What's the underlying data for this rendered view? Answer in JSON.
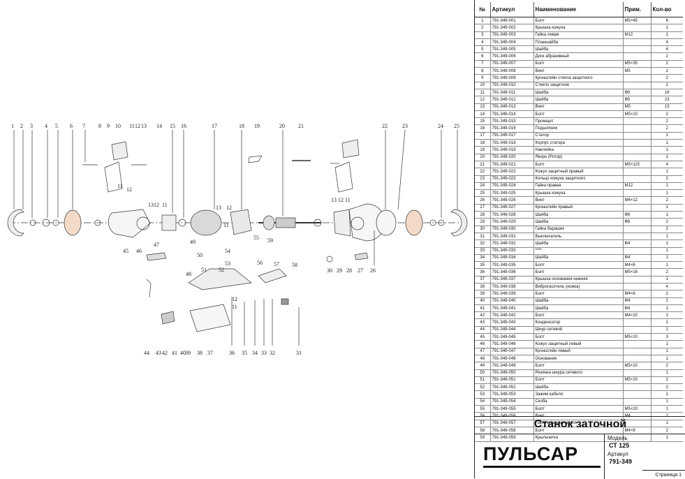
{
  "product": {
    "name": "Станок заточной",
    "logo": "ПУЛЬСАР",
    "model_label": "Модель",
    "model_value": "СТ 125",
    "article_label": "Артикул",
    "article_value": "791-349",
    "page_label": "Страница 1"
  },
  "table": {
    "headers": [
      "№",
      "Артикул",
      "Наименование",
      "Прим.",
      "Кол-во"
    ],
    "rows": [
      [
        "1",
        "791-349-001",
        "Болт",
        "M5×45",
        "6"
      ],
      [
        "2",
        "791-349-002",
        "Крышка кожуха",
        "",
        "1"
      ],
      [
        "3",
        "791-349-003",
        "Гайка левая",
        "M12",
        "1"
      ],
      [
        "4",
        "791-349-004",
        "Планшайба",
        "",
        "4"
      ],
      [
        "5",
        "791-349-005",
        "Шайба",
        "",
        "4"
      ],
      [
        "6",
        "791-349-006",
        "Диск абразивный",
        "",
        "2"
      ],
      [
        "7",
        "791-349-007",
        "Болт",
        "M5×35",
        "2"
      ],
      [
        "8",
        "791-349-008",
        "Винт",
        "M5",
        "2"
      ],
      [
        "9",
        "791-349-009",
        "Кронштейн стекла защитного",
        "",
        "2"
      ],
      [
        "10",
        "791-349-010",
        "Стекло защитное",
        "",
        "2"
      ],
      [
        "11",
        "791-349-011",
        "Шайба",
        "Ф5",
        "18"
      ],
      [
        "12",
        "791-349-012",
        "Шайба",
        "Ф5",
        "23"
      ],
      [
        "13",
        "791-349-013",
        "Винт",
        "M5",
        "13"
      ],
      [
        "14",
        "791-349-014",
        "Болт",
        "M5×10",
        "2"
      ],
      [
        "15",
        "791-349-015",
        "Промщит",
        "",
        "2"
      ],
      [
        "16",
        "791-349-016",
        "Подшипник",
        "",
        "2"
      ],
      [
        "17",
        "791-349-017",
        "Статор",
        "",
        "1"
      ],
      [
        "18",
        "791-349-018",
        "Корпус статора",
        "",
        "1"
      ],
      [
        "19",
        "791-349-019",
        "Наклейка",
        "",
        "1"
      ],
      [
        "20",
        "791-349-020",
        "Якорь (Ротор)",
        "",
        "1"
      ],
      [
        "21",
        "791-349-021",
        "Болт",
        "M5×115",
        "4"
      ],
      [
        "22",
        "791-349-022",
        "Кожух защитный правый",
        "",
        "1"
      ],
      [
        "23",
        "791-349-023",
        "Кольцо кожуха защитного",
        "",
        "2"
      ],
      [
        "24",
        "791-349-024",
        "Гайка правая",
        "M12",
        "1"
      ],
      [
        "25",
        "791-349-025",
        "Крышка кожуха",
        "",
        "1"
      ],
      [
        "26",
        "791-349-026",
        "Винт",
        "M6×12",
        "2"
      ],
      [
        "27",
        "791-349-027",
        "Кронштейн правый",
        "",
        "1"
      ],
      [
        "28",
        "791-349-028",
        "Шайба",
        "Ф6",
        "1"
      ],
      [
        "29",
        "791-349-029",
        "Шайба",
        "Ф6",
        "2"
      ],
      [
        "30",
        "791-349-030",
        "Гайка барашек",
        "",
        "2"
      ],
      [
        "31",
        "791-349-031",
        "Выключатель",
        "",
        "1"
      ],
      [
        "32",
        "791-349-032",
        "Шайба",
        "Ф4",
        "1"
      ],
      [
        "33",
        "791-349-033",
        "****",
        "",
        "1"
      ],
      [
        "34",
        "791-349-034",
        "Шайба",
        "Ф4",
        "1"
      ],
      [
        "35",
        "791-349-035",
        "Болт",
        "M4×6",
        "1"
      ],
      [
        "36",
        "791-349-036",
        "Болт",
        "M5×16",
        "2"
      ],
      [
        "37",
        "791-349-037",
        "Крышка основания нижняя",
        "",
        "1"
      ],
      [
        "38",
        "791-349-038",
        "Виброгаситель (ножка)",
        "",
        "4"
      ],
      [
        "39",
        "791-349-039",
        "Болт",
        "M4×8",
        "2"
      ],
      [
        "40",
        "791-349-040",
        "Шайба",
        "Ф4",
        "2"
      ],
      [
        "41",
        "791-349-041",
        "Шайба",
        "Ф4",
        "1"
      ],
      [
        "42",
        "791-349-042",
        "Болт",
        "M4×10",
        "1"
      ],
      [
        "43",
        "791-349-043",
        "Конденсатор",
        "",
        "1"
      ],
      [
        "44",
        "791-349-044",
        "Шнур сетевой",
        "",
        "1"
      ],
      [
        "45",
        "791-349-045",
        "Болт",
        "M5×10",
        "3"
      ],
      [
        "46",
        "791-349-046",
        "Кожух защитный левый",
        "",
        "1"
      ],
      [
        "47",
        "791-349-047",
        "Кронштейн левый",
        "",
        "1"
      ],
      [
        "48",
        "791-349-048",
        "Основание",
        "",
        "1"
      ],
      [
        "49",
        "791-349-049",
        "Болт",
        "M5×10",
        "2"
      ],
      [
        "50",
        "791-349-050",
        "Резинка шнура сетевого",
        "",
        "1"
      ],
      [
        "51",
        "791-349-051",
        "Болт",
        "M5×10",
        "2"
      ],
      [
        "52",
        "791-349-052",
        "Шайба",
        "",
        "2"
      ],
      [
        "53",
        "791-349-053",
        "Зажим кабеля",
        "",
        "1"
      ],
      [
        "54",
        "791-349-054",
        "Скоба",
        "",
        "1"
      ],
      [
        "55",
        "791-349-055",
        "Болт",
        "M5×20",
        "1"
      ],
      [
        "56",
        "791-349-056",
        "Винт",
        "M4",
        "2"
      ],
      [
        "57",
        "791-349-057",
        "Панель выключателя",
        "",
        "1"
      ],
      [
        "58",
        "791-349-058",
        "Болт",
        "M4×8",
        "2"
      ],
      [
        "59",
        "791-349-059",
        "Крыльчатка",
        "",
        "1"
      ]
    ]
  },
  "callouts": [
    {
      "id": "c1",
      "text": "1"
    },
    {
      "id": "c2",
      "text": "2"
    },
    {
      "id": "c3",
      "text": "3"
    },
    {
      "id": "c4",
      "text": "4"
    },
    {
      "id": "c5",
      "text": "5"
    },
    {
      "id": "c6",
      "text": "6"
    },
    {
      "id": "c7",
      "text": "7"
    },
    {
      "id": "c8",
      "text": "8"
    },
    {
      "id": "c9",
      "text": "9"
    },
    {
      "id": "c10",
      "text": "10"
    },
    {
      "id": "c11a",
      "text": "11"
    },
    {
      "id": "c12a",
      "text": "12"
    },
    {
      "id": "c13a",
      "text": "13"
    },
    {
      "id": "c14",
      "text": "14"
    },
    {
      "id": "c15",
      "text": "15"
    },
    {
      "id": "c16",
      "text": "16"
    },
    {
      "id": "c17",
      "text": "17"
    },
    {
      "id": "c18",
      "text": "18"
    },
    {
      "id": "c19",
      "text": "19"
    },
    {
      "id": "c20",
      "text": "20"
    },
    {
      "id": "c21",
      "text": "21"
    },
    {
      "id": "c22",
      "text": "22"
    },
    {
      "id": "c23",
      "text": "23"
    },
    {
      "id": "c24",
      "text": "24"
    },
    {
      "id": "c25",
      "text": "25"
    },
    {
      "id": "c11b",
      "text": "11"
    },
    {
      "id": "c12b",
      "text": "12"
    },
    {
      "id": "c13b",
      "text": "13"
    },
    {
      "id": "c12c",
      "text": "12"
    },
    {
      "id": "c11c",
      "text": "11"
    },
    {
      "id": "c13c",
      "text": "13"
    },
    {
      "id": "c12d",
      "text": "12"
    },
    {
      "id": "c11d",
      "text": "11"
    },
    {
      "id": "c13d",
      "text": "13"
    },
    {
      "id": "c12e",
      "text": "12"
    },
    {
      "id": "c11e",
      "text": "11"
    },
    {
      "id": "c45",
      "text": "45"
    },
    {
      "id": "c46",
      "text": "46"
    },
    {
      "id": "c47",
      "text": "47"
    },
    {
      "id": "c55",
      "text": "55"
    },
    {
      "id": "c59",
      "text": "59"
    },
    {
      "id": "c49",
      "text": "49"
    },
    {
      "id": "c50",
      "text": "50"
    },
    {
      "id": "c54",
      "text": "54"
    },
    {
      "id": "c53",
      "text": "53"
    },
    {
      "id": "c51",
      "text": "51"
    },
    {
      "id": "c52",
      "text": "52"
    },
    {
      "id": "c48",
      "text": "48"
    },
    {
      "id": "c56",
      "text": "56"
    },
    {
      "id": "c57",
      "text": "57"
    },
    {
      "id": "c58",
      "text": "58"
    },
    {
      "id": "c30",
      "text": "30"
    },
    {
      "id": "c29",
      "text": "29"
    },
    {
      "id": "c28",
      "text": "28"
    },
    {
      "id": "c27",
      "text": "27"
    },
    {
      "id": "c26",
      "text": "26"
    },
    {
      "id": "c44",
      "text": "44"
    },
    {
      "id": "c43",
      "text": "43"
    },
    {
      "id": "c42",
      "text": "42"
    },
    {
      "id": "c41",
      "text": "41"
    },
    {
      "id": "c40",
      "text": "40"
    },
    {
      "id": "c39",
      "text": "39"
    },
    {
      "id": "c38",
      "text": "38"
    },
    {
      "id": "c37",
      "text": "37"
    },
    {
      "id": "c36",
      "text": "36"
    },
    {
      "id": "c35",
      "text": "35"
    },
    {
      "id": "c34",
      "text": "34"
    },
    {
      "id": "c33",
      "text": "33"
    },
    {
      "id": "c32",
      "text": "32"
    },
    {
      "id": "c31",
      "text": "31"
    },
    {
      "id": "c12f",
      "text": "12"
    },
    {
      "id": "c11f",
      "text": "11"
    }
  ]
}
